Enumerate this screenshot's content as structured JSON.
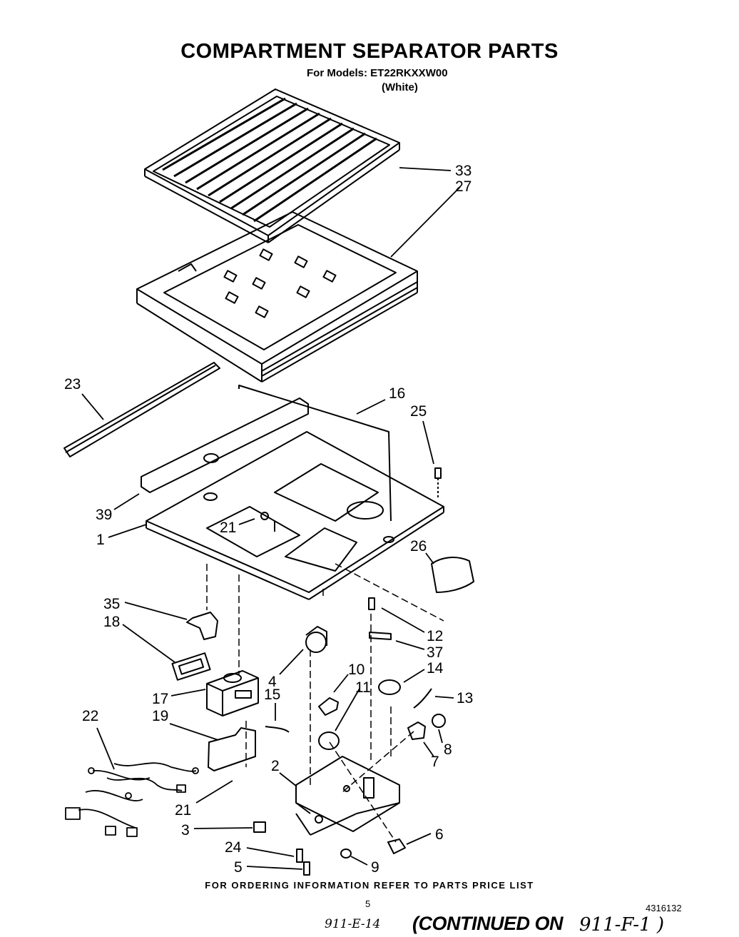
{
  "header": {
    "title": "COMPARTMENT SEPARATOR PARTS",
    "models_line": "For Models: ET22RKXXW00",
    "color_line": "(White)"
  },
  "callouts": [
    "33",
    "27",
    "23",
    "16",
    "25",
    "39",
    "1",
    "21",
    "26",
    "35",
    "18",
    "12",
    "37",
    "4",
    "10",
    "14",
    "11",
    "13",
    "17",
    "15",
    "19",
    "22",
    "8",
    "7",
    "2",
    "21",
    "3",
    "6",
    "24",
    "5",
    "9"
  ],
  "footer": {
    "ordering_note": "FOR ORDERING INFORMATION REFER TO PARTS PRICE LIST",
    "page_number": "5",
    "document_number": "4316132",
    "handwritten_ref": "911-E-14",
    "continued_label": "(CONTINUED ON",
    "continued_ref": "911-F-1 )"
  }
}
